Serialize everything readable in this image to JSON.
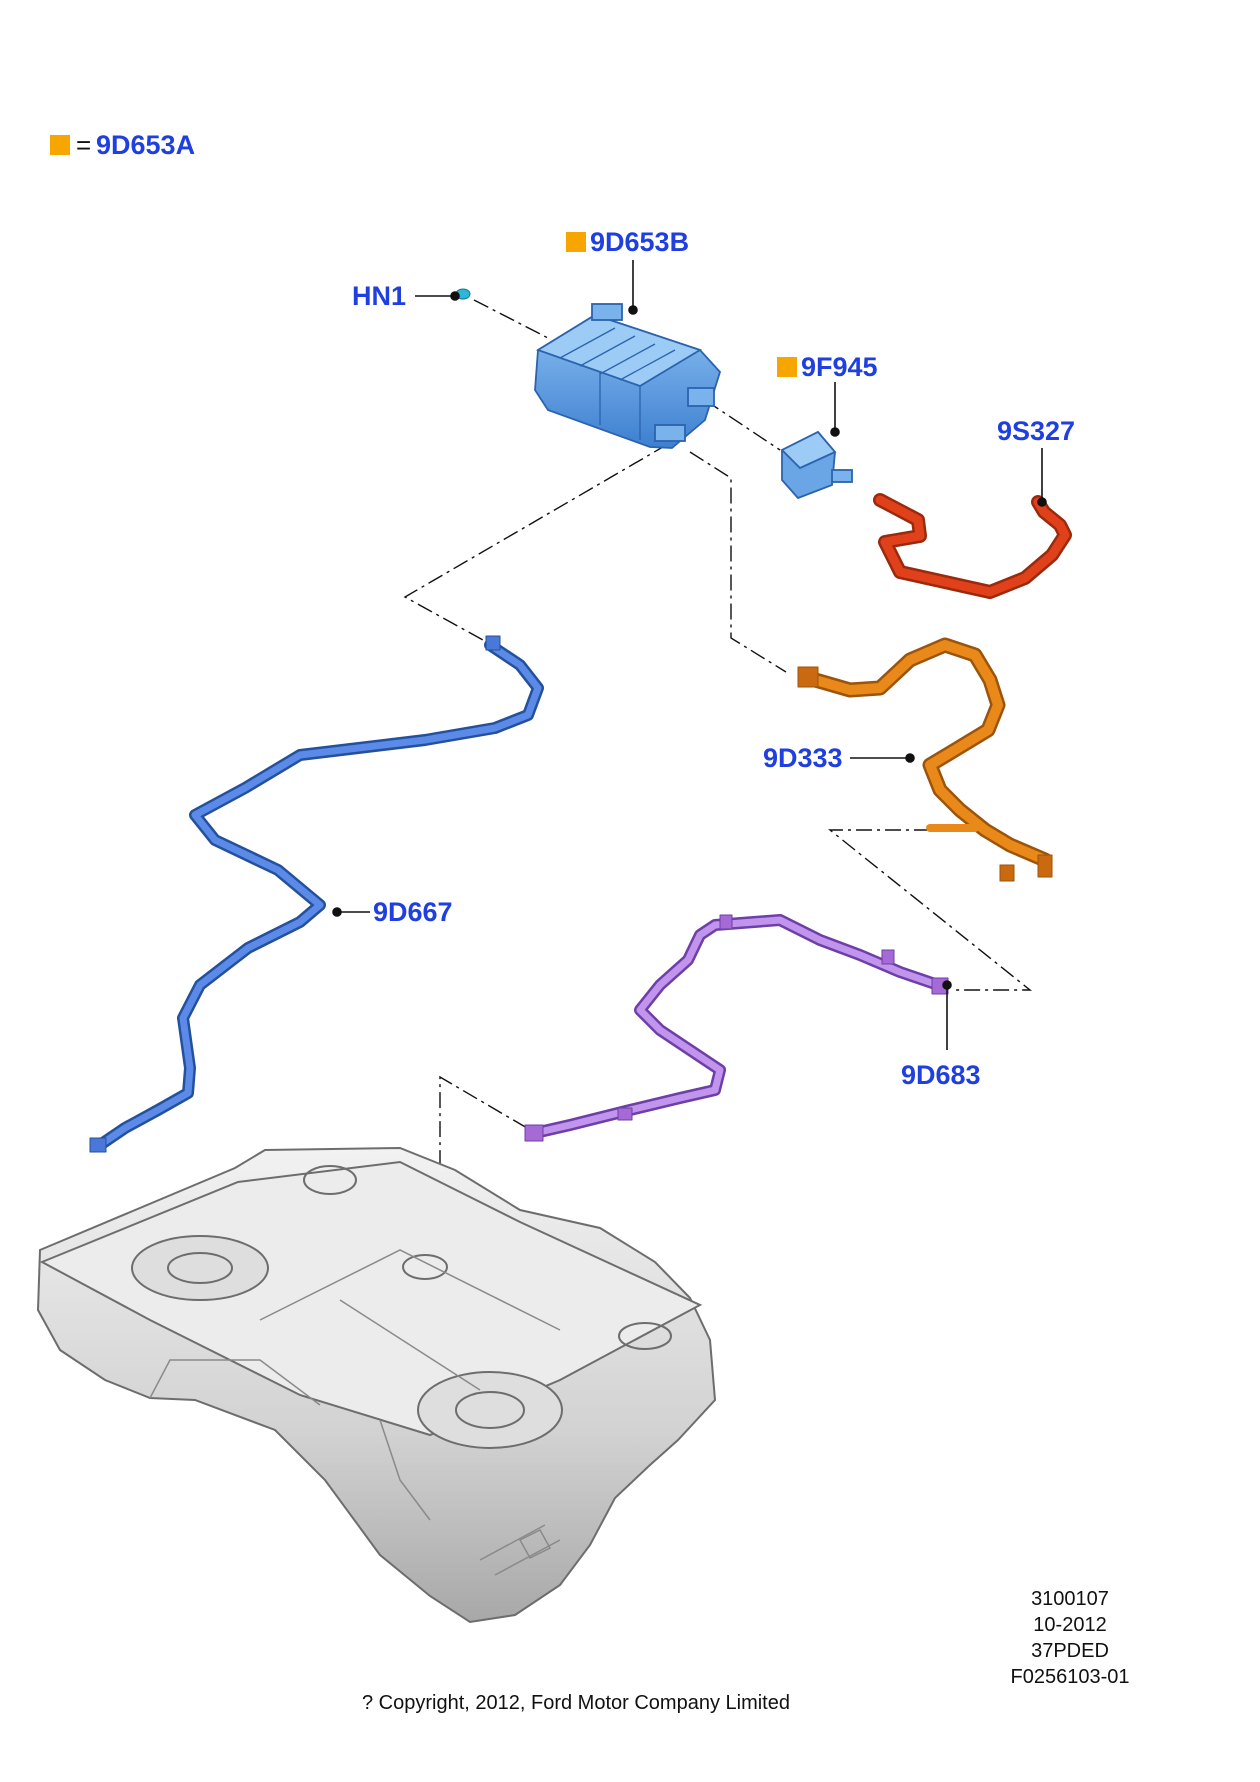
{
  "legend": {
    "marker_color": "#f7a600",
    "equals": "=",
    "code": "9D653A"
  },
  "labels": {
    "hn1": "HN1",
    "canister": "9D653B",
    "valve": "9F945",
    "hose_red": "9S327",
    "hose_orange": "9D333",
    "tube_blue": "9D667",
    "tube_purple": "9D683"
  },
  "colors": {
    "label": "#1f3fe0",
    "canister": "#5a9be0",
    "red_hose": "#e0401a",
    "orange_hose": "#e07a12",
    "blue_tube": "#3f6fd6",
    "purple_tube": "#a56ad6",
    "tank": "#d8d8d8"
  },
  "footer": {
    "ref1": "3100107",
    "ref2": "10-2012",
    "ref3": "37PDED",
    "ref4": "F0256103-01",
    "copyright": "? Copyright, 2012, Ford Motor Company Limited"
  }
}
